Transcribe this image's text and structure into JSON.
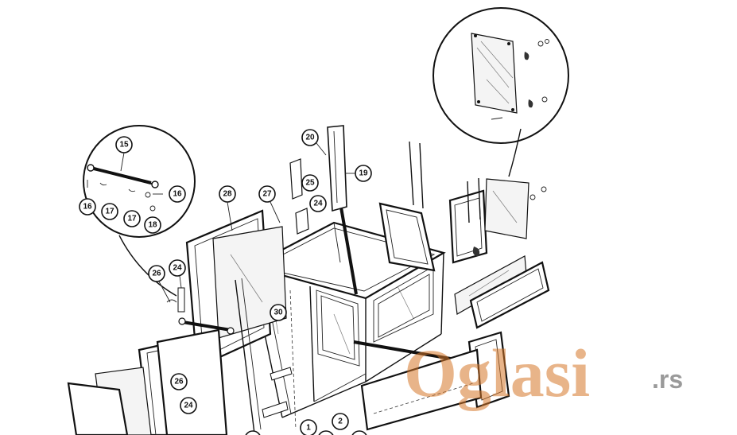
{
  "callouts": [
    {
      "id": "c15",
      "label": "15"
    },
    {
      "id": "c16a",
      "label": "16"
    },
    {
      "id": "c16b",
      "label": "16"
    },
    {
      "id": "c17a",
      "label": "17"
    },
    {
      "id": "c17b",
      "label": "17"
    },
    {
      "id": "c18",
      "label": "18"
    },
    {
      "id": "c28",
      "label": "28"
    },
    {
      "id": "c27",
      "label": "27"
    },
    {
      "id": "c20",
      "label": "20"
    },
    {
      "id": "c19",
      "label": "19"
    },
    {
      "id": "c25",
      "label": "25"
    },
    {
      "id": "c24a",
      "label": "24"
    },
    {
      "id": "c26a",
      "label": "26"
    },
    {
      "id": "c24b",
      "label": "24"
    },
    {
      "id": "c30",
      "label": "30"
    },
    {
      "id": "c26b",
      "label": "26"
    },
    {
      "id": "c24c",
      "label": "24"
    },
    {
      "id": "c1",
      "label": "1"
    },
    {
      "id": "c2",
      "label": "2"
    }
  ],
  "watermark": {
    "brand": "Oglasi",
    "suffix": ".rs"
  }
}
